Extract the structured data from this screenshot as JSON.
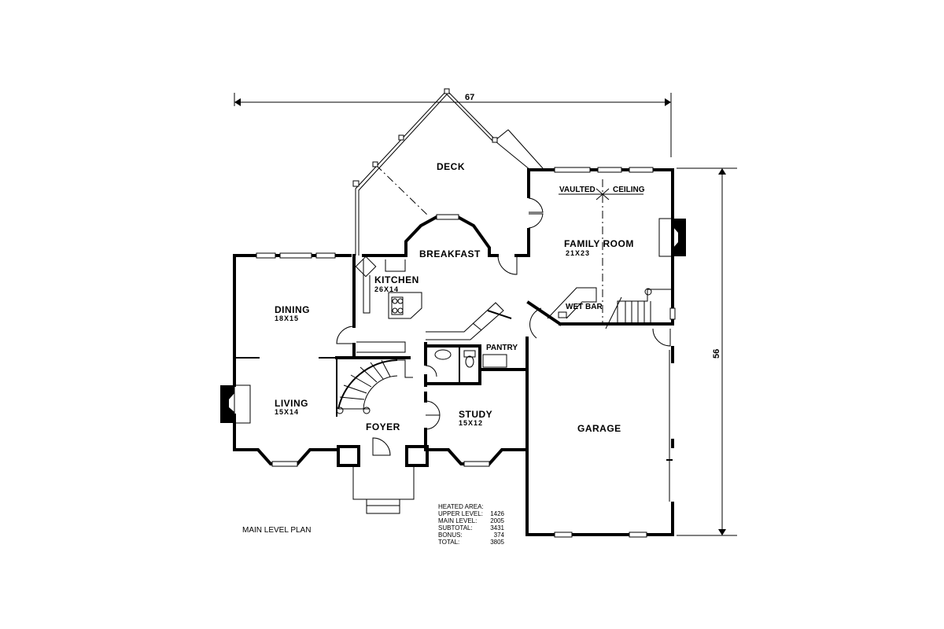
{
  "plan": {
    "title": "MAIN LEVEL PLAN",
    "dimensions": {
      "width": "67",
      "depth": "56"
    },
    "rooms": {
      "deck": {
        "label": "DECK"
      },
      "breakfast": {
        "label": "BREAKFAST"
      },
      "family_room": {
        "label": "FAMILY ROOM",
        "size": "21X23"
      },
      "vaulted_left": "VAULTED",
      "vaulted_right": "CEILING",
      "kitchen": {
        "label": "KITCHEN",
        "size": "26X14"
      },
      "dining": {
        "label": "DINING",
        "size": "18X15"
      },
      "living": {
        "label": "LIVING",
        "size": "15X14"
      },
      "foyer": {
        "label": "FOYER"
      },
      "study": {
        "label": "STUDY",
        "size": "15X12"
      },
      "pantry": {
        "label": "PANTRY"
      },
      "wet_bar": {
        "label": "WET BAR"
      },
      "garage": {
        "label": "GARAGE"
      }
    },
    "heated_area": {
      "heading": "HEATED AREA:",
      "rows": [
        {
          "label": "UPPER LEVEL:",
          "value": "1426"
        },
        {
          "label": "MAIN LEVEL:",
          "value": "2005"
        },
        {
          "label": "SUBTOTAL:",
          "value": "3431"
        },
        {
          "label": "BONUS:",
          "value": "374"
        },
        {
          "label": "TOTAL:",
          "value": "3805"
        }
      ]
    }
  }
}
